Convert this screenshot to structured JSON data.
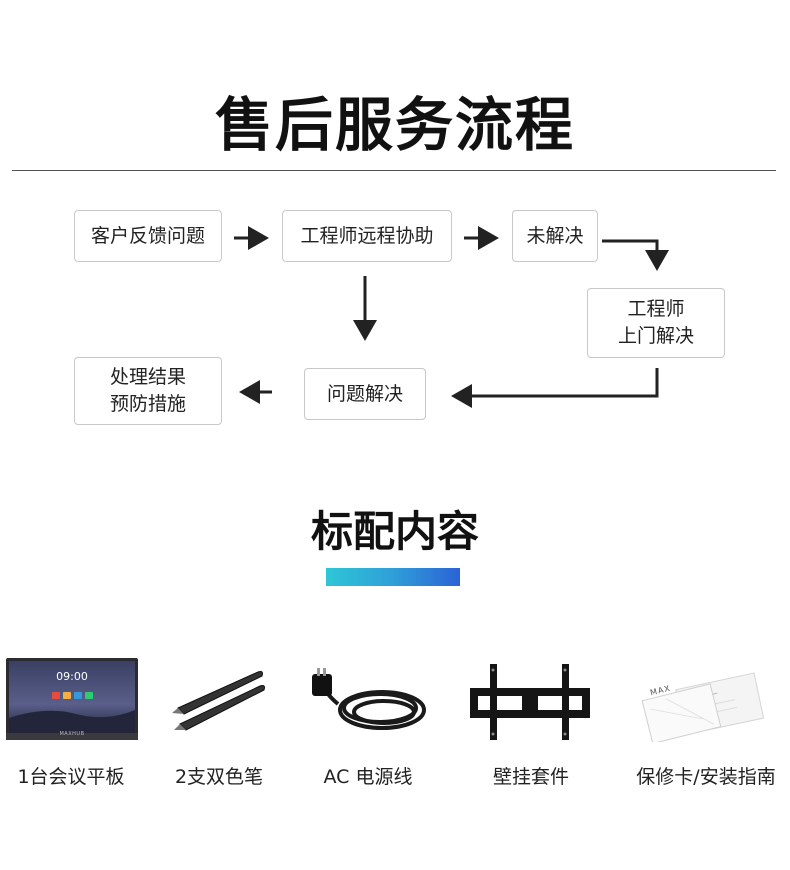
{
  "flow_title": "售后服务流程",
  "flow": {
    "customer_feedback": "客户反馈问题",
    "remote_assist": "工程师远程协助",
    "unresolved": "未解决",
    "onsite_line1": "工程师",
    "onsite_line2": "上门解决",
    "resolved": "问题解决",
    "result_line1": "处理结果",
    "result_line2": "预防措施"
  },
  "package_title": "标配内容",
  "colors": {
    "accent_start": "#2ec6d6",
    "accent_end": "#2c62d6",
    "arrow": "#222222"
  },
  "products": [
    {
      "label": "1台会议平板",
      "screen_time": "09:00",
      "brand": "MAXHUB"
    },
    {
      "label": "2支双色笔"
    },
    {
      "label": "AC 电源线"
    },
    {
      "label": "壁挂套件"
    },
    {
      "label": "保修卡/安装指南",
      "brand": "MAX"
    }
  ]
}
